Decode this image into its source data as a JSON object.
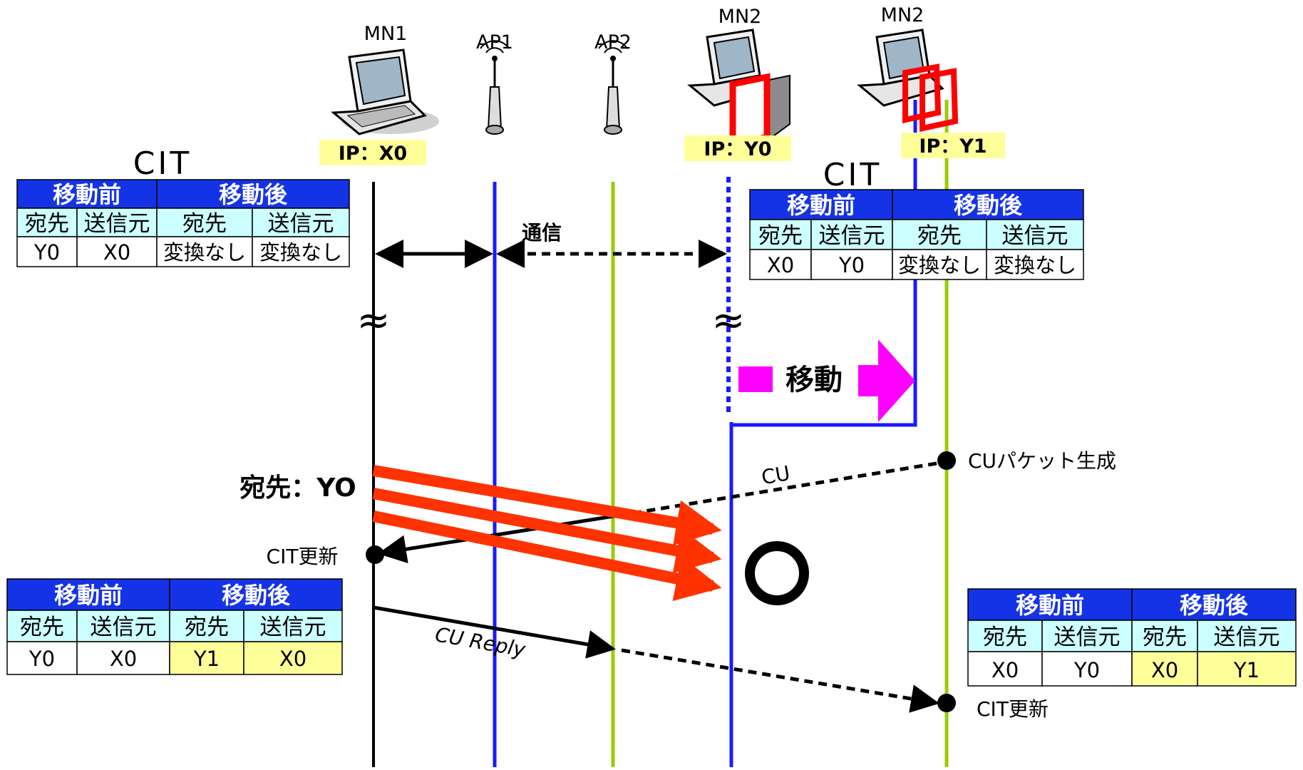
{
  "nodes": {
    "mn1": "MN1",
    "ap1": "AP1",
    "ap2": "AP2",
    "mn2_a": "MN2",
    "mn2_b": "MN2"
  },
  "ip": {
    "mn1": "IP：X0",
    "mn2_a": "IP：Y0",
    "mn2_b": "IP：Y1"
  },
  "cit_label": "CIT",
  "tables": {
    "left_top": {
      "headers": [
        "移動前",
        "移動後"
      ],
      "sub": [
        "宛先",
        "送信元",
        "宛先",
        "送信元"
      ],
      "row": [
        "Y0",
        "X0",
        "変換なし",
        "変換なし"
      ]
    },
    "right_top": {
      "headers": [
        "移動前",
        "移動後"
      ],
      "sub": [
        "宛先",
        "送信元",
        "宛先",
        "送信元"
      ],
      "row": [
        "X0",
        "Y0",
        "変換なし",
        "変換なし"
      ]
    },
    "left_bottom": {
      "headers": [
        "移動前",
        "移動後"
      ],
      "sub": [
        "宛先",
        "送信元",
        "宛先",
        "送信元"
      ],
      "row": [
        "Y0",
        "X0",
        "Y1",
        "X0"
      ]
    },
    "right_bottom": {
      "headers": [
        "移動前",
        "移動後"
      ],
      "sub": [
        "宛先",
        "送信元",
        "宛先",
        "送信元"
      ],
      "row": [
        "X0",
        "Y0",
        "X0",
        "Y1"
      ]
    }
  },
  "labels": {
    "communication": "通信",
    "move": "移動",
    "cu": "CU",
    "cu_packet": "CUパケット生成",
    "dest_y0": "宛先：YO",
    "cit_update_left": "CIT更新",
    "cu_reply": "CU Reply",
    "cit_update_right": "CIT更新",
    "wave": "≈"
  },
  "colors": {
    "mn1_line": "#000000",
    "ap1_line": "#1a1aff",
    "ap2_line": "#99cc00",
    "mn2_line": "#1a1aff",
    "header_blue": "#1533e6",
    "sub_cyan": "#ccffff",
    "highlight_yellow": "#ffff99",
    "move_magenta": "#ff00ff",
    "packet_red": "#ff3300"
  }
}
